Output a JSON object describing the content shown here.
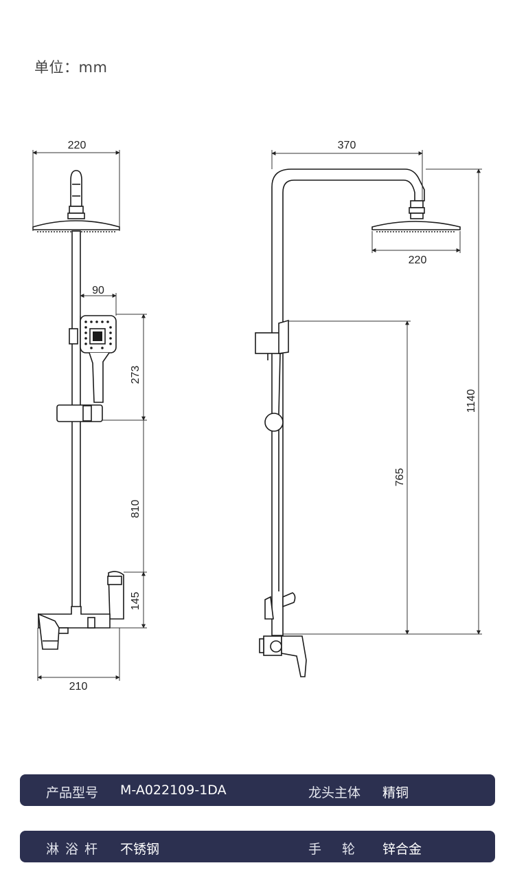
{
  "unit_label": "单位：mm",
  "dimensions": {
    "front": {
      "showerhead_width": "220",
      "handheld_width": "90",
      "handheld_height": "273",
      "rail_length": "810",
      "spout_height": "145",
      "body_width": "210"
    },
    "side": {
      "arm_reach": "370",
      "showerhead_width": "220",
      "total_height": "1140",
      "holder_height": "765"
    }
  },
  "specs": [
    {
      "label_1": "产品型号",
      "value_1": "M-A022109-1DA",
      "label_2": "龙头主体",
      "value_2": "精铜"
    },
    {
      "label_1": "淋浴杆",
      "value_1": "不锈钢",
      "label_2": "手轮",
      "value_2": "锌合金"
    }
  ],
  "colors": {
    "spec_bar_bg": "#2c3050",
    "spec_text": "#ffffff",
    "line": "#1a1a1a"
  }
}
